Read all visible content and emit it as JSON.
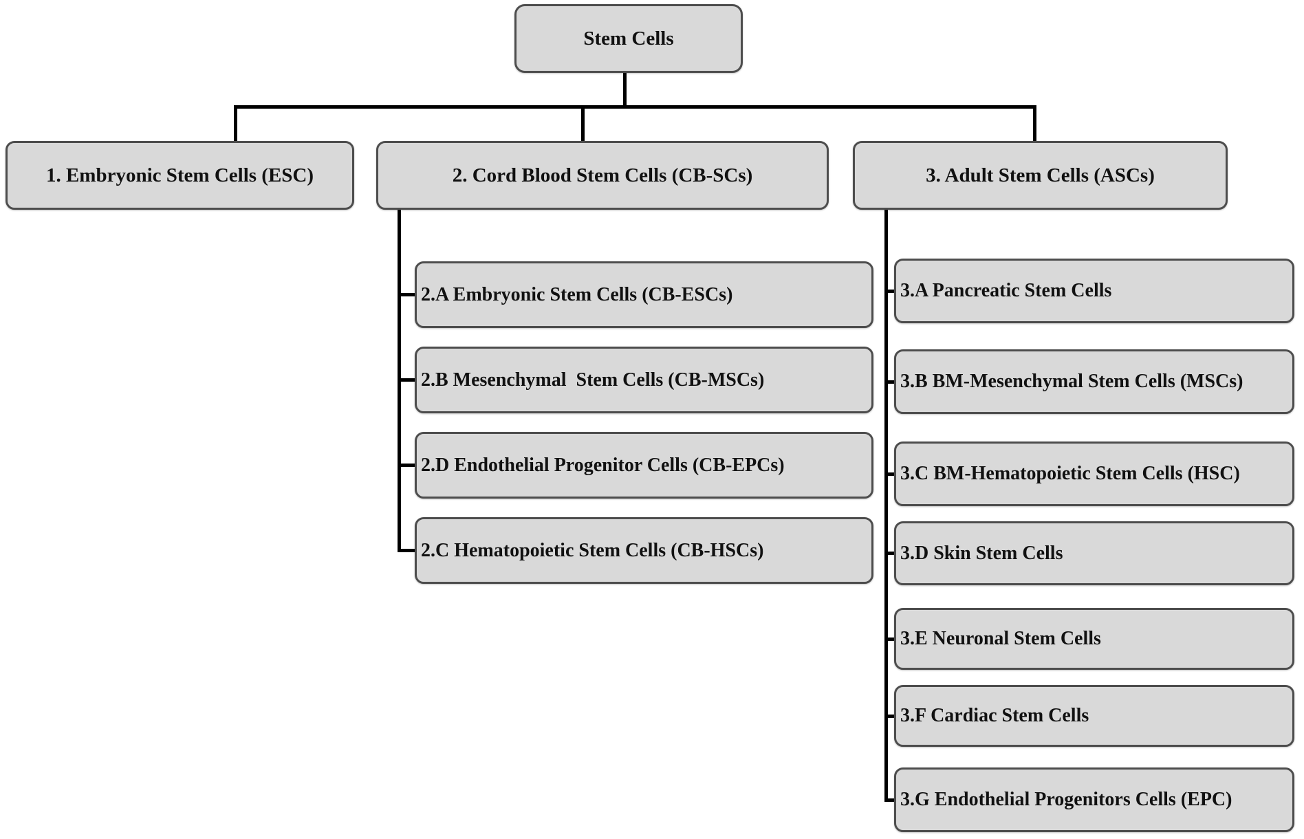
{
  "root": {
    "label": "Stem Cells"
  },
  "branches": [
    {
      "label": "1. Embryonic Stem Cells (ESC)",
      "children": []
    },
    {
      "label": "2. Cord Blood Stem Cells (CB-SCs)",
      "children": [
        {
          "label": "2.A Embryonic Stem Cells (CB-ESCs)"
        },
        {
          "label": "2.B Mesenchymal  Stem Cells (CB-MSCs)"
        },
        {
          "label": "2.D Endothelial Progenitor Cells (CB-EPCs)"
        },
        {
          "label": "2.C Hematopoietic Stem Cells (CB-HSCs)"
        }
      ]
    },
    {
      "label": "3. Adult Stem Cells (ASCs)",
      "children": [
        {
          "label": "3.A Pancreatic Stem Cells"
        },
        {
          "label": "3.B BM-Mesenchymal Stem Cells (MSCs)"
        },
        {
          "label": "3.C BM-Hematopoietic Stem Cells (HSC)"
        },
        {
          "label": "3.D Skin Stem Cells"
        },
        {
          "label": "3.E Neuronal Stem Cells"
        },
        {
          "label": "3.F Cardiac Stem Cells"
        },
        {
          "label": "3.G Endothelial Progenitors Cells (EPC)"
        }
      ]
    }
  ],
  "colors": {
    "box_fill": "#d9d9d9",
    "box_border": "#4d4d4d",
    "connector": "#000000",
    "text": "#111111",
    "background": "#ffffff"
  }
}
